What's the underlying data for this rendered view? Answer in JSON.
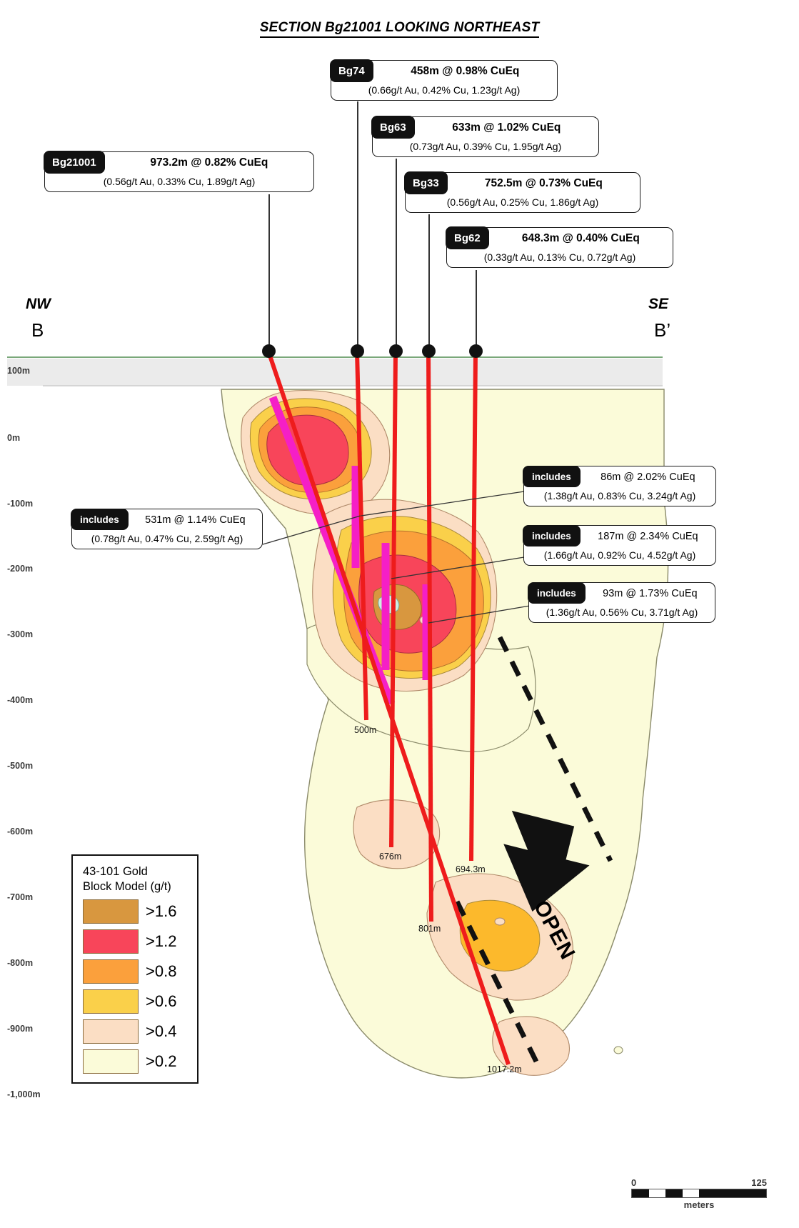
{
  "title": "SECTION Bg21001 LOOKING NORTHEAST",
  "orientation": {
    "left_dir": "NW",
    "right_dir": "SE",
    "left_section": "B",
    "right_section": "B’"
  },
  "depth_axis": {
    "labels": [
      "100m",
      "0m",
      "-100m",
      "-200m",
      "-300m",
      "-400m",
      "-500m",
      "-600m",
      "-700m",
      "-800m",
      "-900m",
      "-1,000m"
    ]
  },
  "drillholes": [
    {
      "id": "Bg21001",
      "headline": "973.2m @ 0.82% CuEq",
      "sub": "(0.56g/t Au, 0.33% Cu, 1.89g/t Ag)",
      "end_depth_label": "1017.2m"
    },
    {
      "id": "Bg74",
      "headline": "458m @ 0.98% CuEq",
      "sub": "(0.66g/t Au, 0.42% Cu, 1.23g/t Ag)",
      "end_depth_label": "500m"
    },
    {
      "id": "Bg63",
      "headline": "633m @ 1.02% CuEq",
      "sub": "(0.73g/t Au, 0.39% Cu, 1.95g/t Ag)",
      "end_depth_label": "676m"
    },
    {
      "id": "Bg33",
      "headline": "752.5m @ 0.73% CuEq",
      "sub": "(0.56g/t Au, 0.25% Cu, 1.86g/t Ag)",
      "end_depth_label": "801m"
    },
    {
      "id": "Bg62",
      "headline": "648.3m @ 0.40% CuEq",
      "sub": "(0.33g/t Au, 0.13% Cu, 0.72g/t Ag)",
      "end_depth_label": "694.3m"
    }
  ],
  "includes": [
    {
      "tag": "includes",
      "headline": "531m @ 1.14% CuEq",
      "sub": "(0.78g/t Au, 0.47% Cu, 2.59g/t Ag)"
    },
    {
      "tag": "includes",
      "headline": "86m @ 2.02% CuEq",
      "sub": "(1.38g/t Au, 0.83% Cu, 3.24g/t Ag)"
    },
    {
      "tag": "includes",
      "headline": "187m @ 2.34% CuEq",
      "sub": "(1.66g/t Au, 0.92% Cu, 4.52g/t Ag)"
    },
    {
      "tag": "includes",
      "headline": "93m @ 1.73% CuEq",
      "sub": "(1.36g/t Au, 0.56% Cu, 3.71g/t Ag)"
    }
  ],
  "legend": {
    "title_line1": "43-101 Gold",
    "title_line2": "Block Model (g/t)",
    "entries": [
      {
        "label": ">1.6",
        "color": "#d8973f"
      },
      {
        "label": ">1.2",
        "color": "#f8455a"
      },
      {
        "label": ">0.8",
        "color": "#fba03c"
      },
      {
        "label": ">0.6",
        "color": "#fad04a"
      },
      {
        "label": ">0.4",
        "color": "#fbdec4"
      },
      {
        "label": ">0.2",
        "color": "#fbfbd9"
      }
    ]
  },
  "scale": {
    "min": "0",
    "max": "125",
    "units": "meters"
  },
  "annotations": {
    "open": "OPEN"
  },
  "colors": {
    "drillhole_trace": "#ee1c1c",
    "intercept_highlight": "#f51fc6",
    "surface_line": "#7aa87a",
    "overburden": "#e8e8e8"
  }
}
